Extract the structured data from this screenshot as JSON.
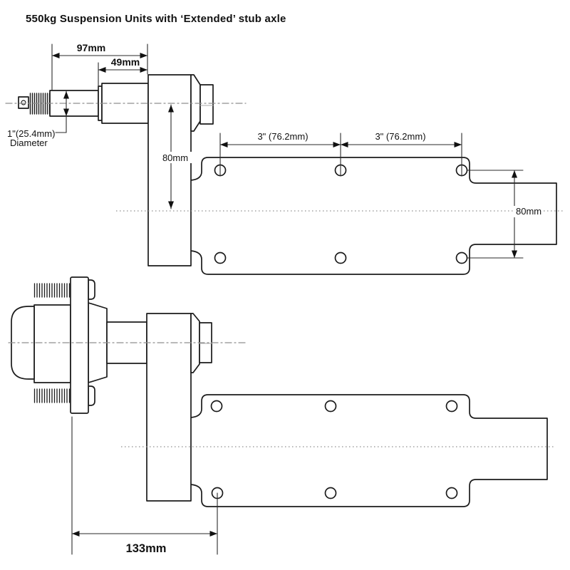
{
  "title": "550kg Suspension Units with ‘Extended’ stub axle",
  "top_view": {
    "dim_overall_length": "97mm",
    "dim_inner_length": "49mm",
    "axle_diameter_line1": "1\"(25.4mm)",
    "axle_diameter_line2": "Diameter",
    "dim_drop": "80mm",
    "dim_hole_spacing_1": "3\" (76.2mm)",
    "dim_hole_spacing_2": "3\" (76.2mm)",
    "dim_plate_height": "80mm"
  },
  "bottom_view": {
    "dim_flange_to_hole": "133mm"
  },
  "colors": {
    "outline": "#1b1b1b",
    "dimension": "#2a2a2a",
    "centerline": "#8f8f8f",
    "background": "#ffffff"
  }
}
